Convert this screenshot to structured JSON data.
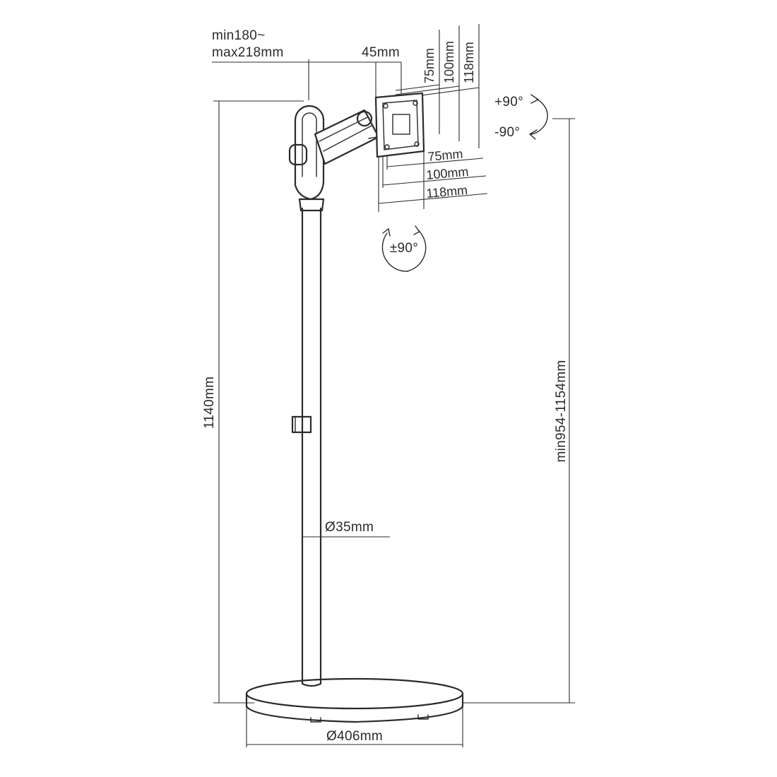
{
  "labels": {
    "arm_reach_line1": "min180~",
    "arm_reach_line2": "max218mm",
    "head_depth": "45mm",
    "vesa_v_75": "75mm",
    "vesa_v_100": "100mm",
    "vesa_v_118": "118mm",
    "vesa_h_75": "75mm",
    "vesa_h_100": "100mm",
    "vesa_h_118": "118mm",
    "tilt_up": "+90°",
    "tilt_down": "-90°",
    "rotation": "±90°",
    "total_height": "1140mm",
    "adjust_height": "min954-1154mm",
    "pole_diameter": "Ø35mm",
    "base_diameter": "Ø406mm"
  },
  "colors": {
    "ink": "#2b2b2b",
    "background": "#ffffff"
  }
}
